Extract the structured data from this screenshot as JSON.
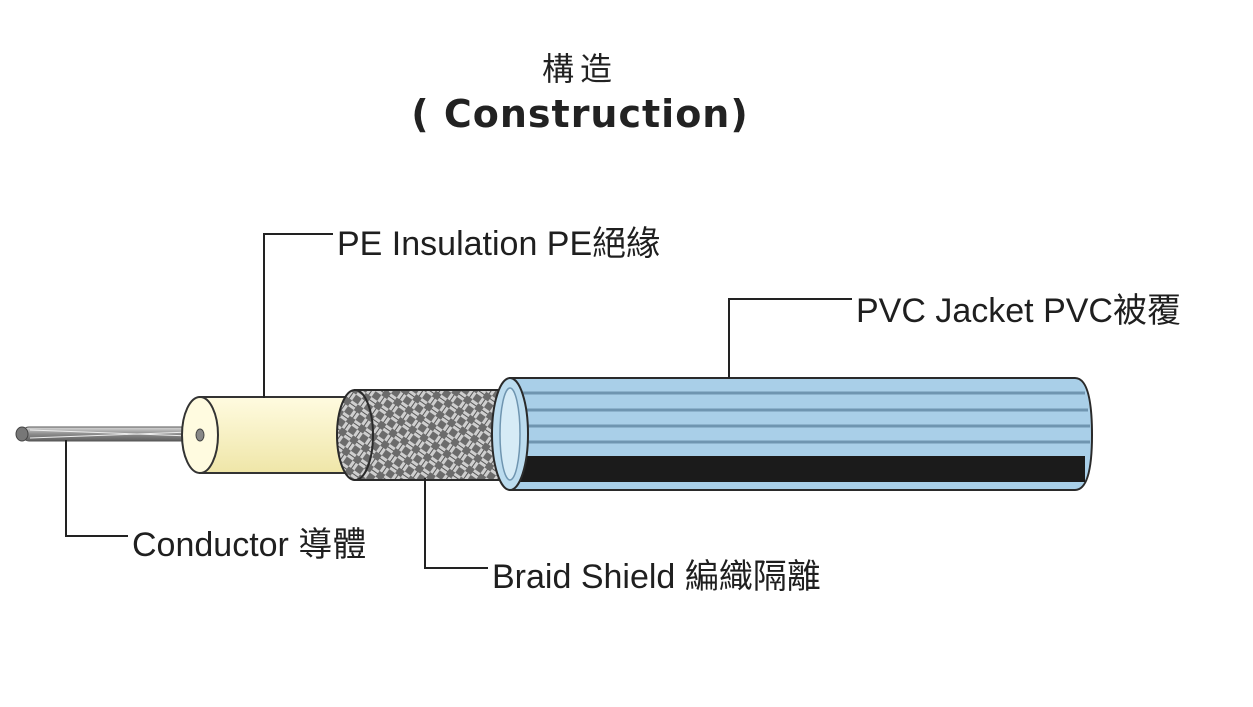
{
  "title": {
    "chinese": "構造",
    "english": "( Construction)"
  },
  "labels": {
    "pe_insulation": "PE Insulation PE絕緣",
    "pvc_jacket": "PVC Jacket PVC被覆",
    "conductor": "Conductor 導體",
    "braid_shield": "Braid Shield 編織隔離"
  },
  "colors": {
    "jacket_blue": "#a9cfe8",
    "jacket_stripe": "#7fa6c2",
    "jacket_dark": "#1b1b1b",
    "insulation": "#f8f3c2",
    "braid": "#5a5a5a",
    "conductor": "#9a9a9a",
    "leader_line": "#222222"
  }
}
